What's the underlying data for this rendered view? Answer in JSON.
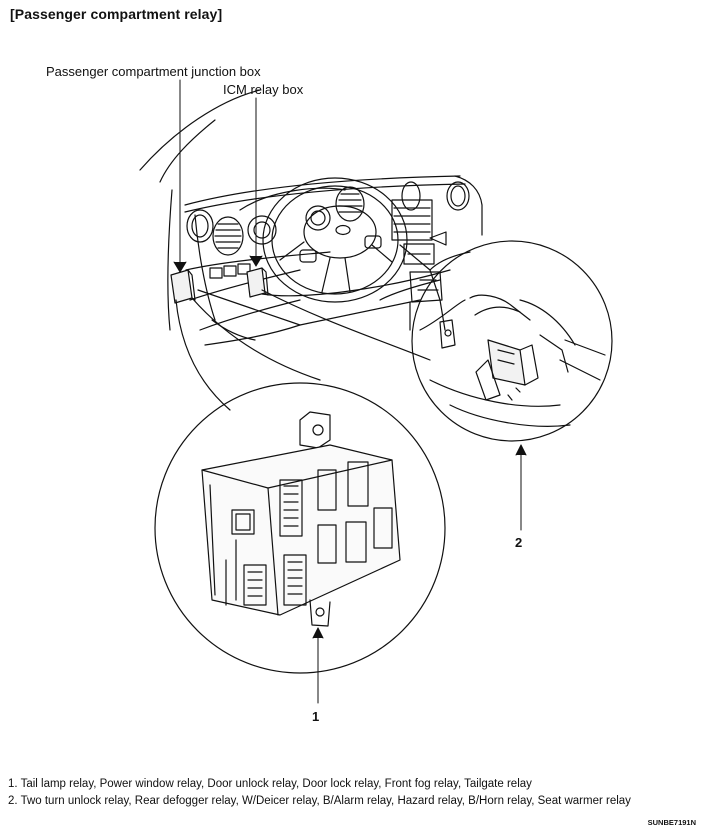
{
  "title": "[Passenger compartment relay]",
  "labels": {
    "junction_box": "Passenger compartment junction box",
    "icm_relay_box": "ICM relay box"
  },
  "callouts": {
    "one": "1",
    "two": "2"
  },
  "captions": [
    "1. Tail lamp relay, Power window relay, Door unlock relay, Door lock relay, Front fog relay, Tailgate relay",
    "2. Two turn unlock relay, Rear defogger relay, W/Deicer relay, B/Alarm relay, Hazard relay, B/Horn relay, Seat warmer relay"
  ],
  "figure_code": "SUNBE7191N"
}
